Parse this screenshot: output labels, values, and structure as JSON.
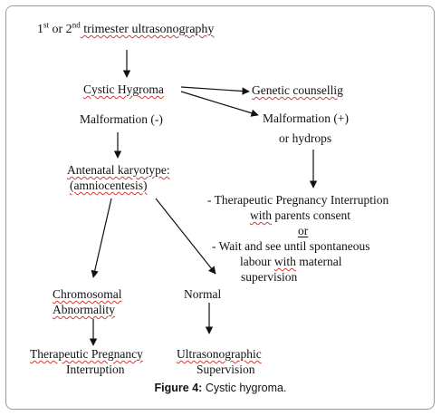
{
  "nodes": {
    "top_pre": "1",
    "top_sup1": "st",
    "top_mid": " or 2",
    "top_sup2": "nd",
    "top_post": " trimester ultrasonography",
    "cystic": "Cystic Hygroma",
    "genetic": "Genetic counsellig",
    "malf_neg": "Malformation (-)",
    "malf_pos": "Malformation (+)",
    "hydrops": "or hydrops",
    "karyo1": "Antenatal karyotype:",
    "karyo2": "(amniocentesis)",
    "tpi_line1": "- Therapeutic Pregnancy Interruption",
    "tpi_line2a": "with",
    "tpi_line2b": " parents consent",
    "or": "or",
    "wait1": "- Wait and see until spontaneous",
    "wait2a": "labour ",
    "wait2b": "with",
    "wait2c": " maternal",
    "wait3": "supervision",
    "chrom1": "Chromosomal",
    "chrom2": "Abnormality",
    "normal": "Normal",
    "tpi_left1": "Therapeutic Pregnancy",
    "tpi_left2": "Interruption",
    "us1": "Ultrasonographic",
    "us2": "Supervision"
  },
  "caption": {
    "label": "Figure 4:",
    "text": " Cystic hygroma."
  }
}
